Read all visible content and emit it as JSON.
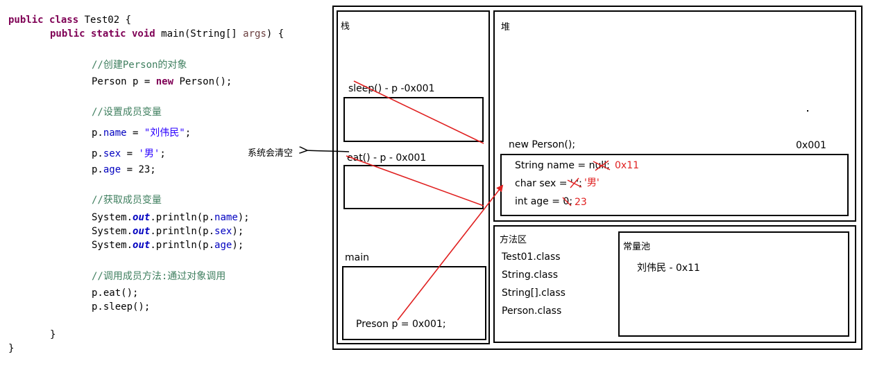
{
  "code": {
    "class_decl": {
      "kw": "public class",
      "rest": " Test02 {"
    },
    "main_decl": {
      "kw": "public static void",
      "rest": " main(String[] ",
      "param": "args",
      "end": ") {"
    },
    "comment_create": "//创建Person的对象",
    "create_line": {
      "a": "Person p = ",
      "kw": "new",
      "b": " Person();"
    },
    "comment_set": "//设置成员变量",
    "set_name": {
      "a": "p.",
      "f": "name",
      "b": " = ",
      "s": "\"刘伟民\"",
      "c": ";"
    },
    "set_sex": {
      "a": "p.",
      "f": "sex",
      "b": " = ",
      "s": "'男'",
      "c": ";"
    },
    "set_age": {
      "a": "p.",
      "f": "age",
      "b": " = 23;"
    },
    "comment_get": "//获取成员变量",
    "println_name": {
      "a": "System.",
      "o": "out",
      "b": ".println(p.",
      "f": "name",
      "c": ");"
    },
    "println_sex": {
      "a": "System.",
      "o": "out",
      "b": ".println(p.",
      "f": "sex",
      "c": ");"
    },
    "println_age": {
      "a": "System.",
      "o": "out",
      "b": ".println(p.",
      "f": "age",
      "c": ");"
    },
    "comment_call": "//调用成员方法:通过对象调用",
    "call_eat": "p.eat();",
    "call_sleep": "p.sleep();",
    "close_method": "}",
    "close_class": "}"
  },
  "annotation": "系统会清空",
  "stack": {
    "title": "栈",
    "sleep_frame": "sleep() - p -0x001",
    "eat_frame": "eat() - p - 0x001",
    "main_frame": "main",
    "main_var": "Preson p = 0x001;"
  },
  "heap": {
    "title": "堆",
    "object_label": "new Person();",
    "object_addr": "0x001",
    "fields": [
      {
        "text": "String name = null;",
        "new_value": "0x11"
      },
      {
        "text": "char sex = ' ';",
        "new_value": "'男'"
      },
      {
        "text": "int age = 0;",
        "new_value": "23"
      }
    ]
  },
  "method_area": {
    "title": "方法区",
    "classes": [
      "Test01.class",
      "String.class",
      "String[].class",
      "Person.class"
    ]
  },
  "constant_pool": {
    "title": "常量池",
    "entry": "刘伟民 - 0x11"
  },
  "colors": {
    "annotation_red": "#e02020",
    "keyword": "#7f0055",
    "comment": "#3f7f5f",
    "field": "#0000c0"
  }
}
